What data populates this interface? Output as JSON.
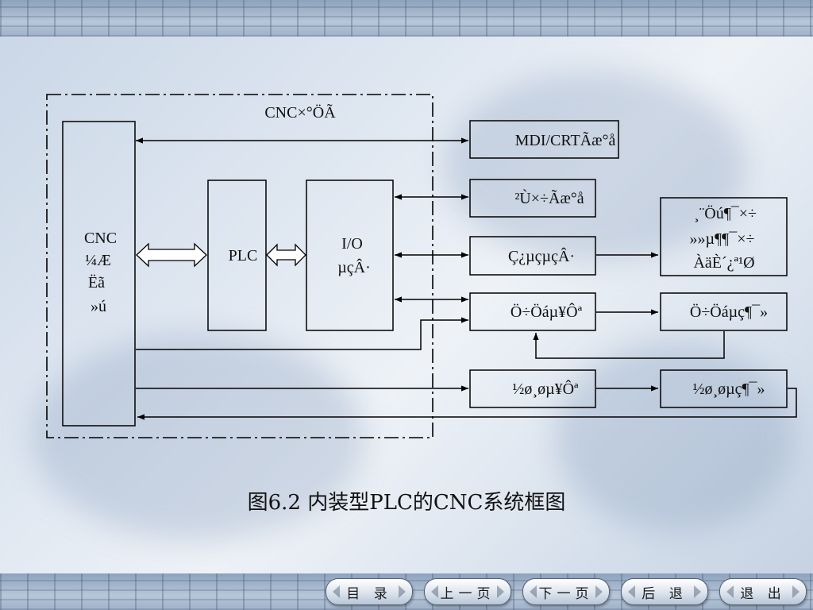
{
  "diagram": {
    "outer_label": "CNC×°ÖÃ",
    "cnc_box": [
      "CNC",
      "¼Æ",
      "Ëã",
      "»ú"
    ],
    "plc_box": "PLC",
    "io_box": [
      "I/O",
      "µçÂ·"
    ],
    "mdi_box": "MDI/CRTÃæ°å",
    "op_box": "²Ù×÷Ãæ°å",
    "strong_box": "Ç¿µçµçÂ·",
    "machine_box": [
      "¸¨Öú¶¯×÷",
      "»»µ¶¶¯×÷",
      "ÀäÈ´¿ª¹Ø"
    ],
    "spindle_unit_box": "Ö÷Öáµ¥Ôª",
    "spindle_motor_box": "Ö÷Öáµç¶¯»",
    "feed_unit_box": "½ø¸øµ¥Ôª",
    "feed_motor_box": "½ø¸øµç¶¯»"
  },
  "caption": "图6.2 内装型PLC的CNC系统框图",
  "nav": [
    "目 录",
    "上一页",
    "下一页",
    "后 退",
    "退 出"
  ],
  "colors": {
    "line": "#000000",
    "arrow_fill": "#ffffff",
    "text": "#111111"
  }
}
